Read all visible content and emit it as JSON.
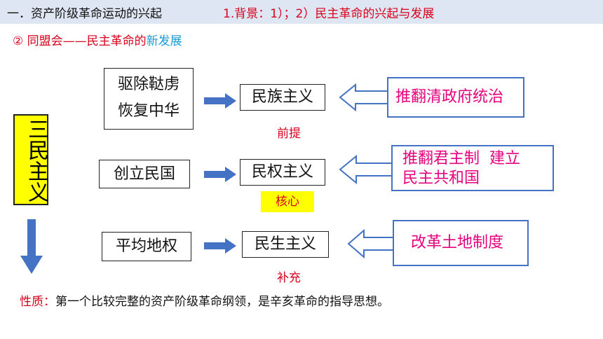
{
  "header": {
    "section": "一．资产阶级革命运动的兴起",
    "topic": "1.背景：1）；2）民主革命的兴起与发展"
  },
  "subtitle": {
    "prefix": "② 同盟会——民主革命的",
    "highlight": "新发展"
  },
  "vertical_title": "三民主义",
  "rows": [
    {
      "source_lines": [
        "驱除鞑虏",
        "恢复中华"
      ],
      "principle": "民族主义",
      "role": "前提",
      "meaning": "推翻清政府统治"
    },
    {
      "source_lines": [
        "创立民国"
      ],
      "principle": "民权主义",
      "role": "核心",
      "meaning_lines": [
        "推翻君主制  建立",
        "民主共和国"
      ]
    },
    {
      "source_lines": [
        "平均地权"
      ],
      "principle": "民生主义",
      "role": "补充",
      "meaning": "改革土地制度"
    }
  ],
  "nature": {
    "label": "性质：",
    "text": "第一个比较完整的资产阶级革命纲领，是辛亥革命的指导思想。"
  },
  "colors": {
    "header_bg": "#dde6f2",
    "red": "#d9001b",
    "magenta": "#e6007e",
    "blue_arrow": "#4472c4",
    "highlight": "#ffff00",
    "cyan": "#1a9ad6"
  }
}
